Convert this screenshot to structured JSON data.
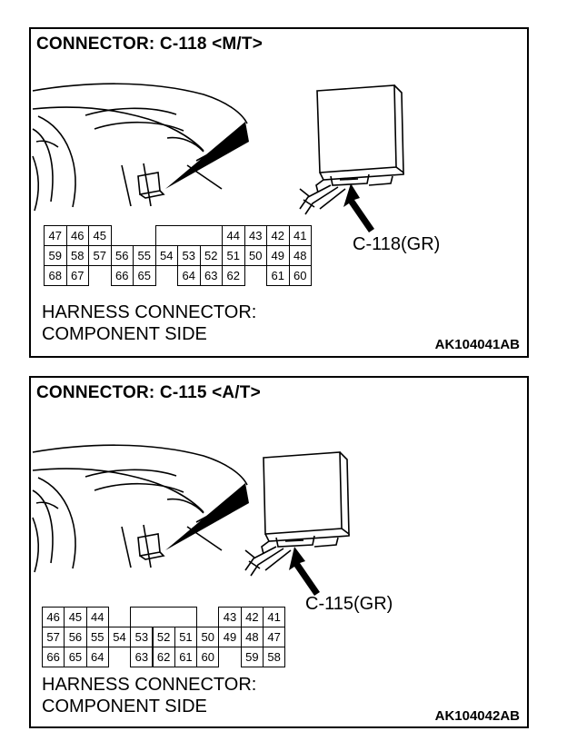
{
  "panels": [
    {
      "title": "CONNECTOR: C-118 <M/T>",
      "callout": "C-118(GR)",
      "caption_line1": "HARNESS CONNECTOR:",
      "caption_line2": "COMPONENT SIDE",
      "code": "AK104041AB",
      "pins": [
        [
          "47",
          "46",
          "45",
          "",
          "",
          "",
          "",
          "",
          "44",
          "43",
          "42",
          "41"
        ],
        [
          "59",
          "58",
          "57",
          "56",
          "55",
          "54",
          "53",
          "52",
          "51",
          "50",
          "49",
          "48"
        ],
        [
          "68",
          "67",
          "",
          "66",
          "65",
          "",
          "64",
          "63",
          "62",
          "",
          "61",
          "60"
        ]
      ]
    },
    {
      "title": "CONNECTOR: C-115 <A/T>",
      "callout": "C-115(GR)",
      "caption_line1": "HARNESS CONNECTOR:",
      "caption_line2": "COMPONENT SIDE",
      "code": "AK104042AB",
      "pins": [
        [
          "46",
          "45",
          "44",
          "",
          "",
          "",
          "",
          "",
          "43",
          "42",
          "41"
        ],
        [
          "57",
          "56",
          "55",
          "54",
          "53",
          "52",
          "51",
          "50",
          "49",
          "48",
          "47"
        ],
        [
          "66",
          "65",
          "64",
          "",
          "63",
          "62",
          "61",
          "60",
          "",
          "59",
          "58"
        ]
      ]
    }
  ]
}
